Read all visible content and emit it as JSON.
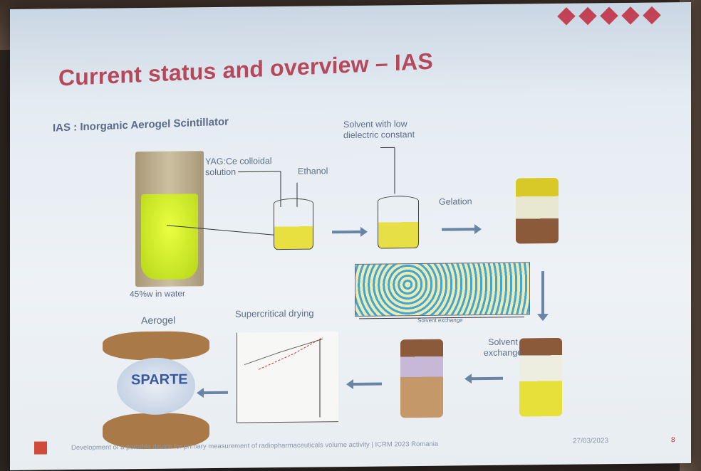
{
  "slide": {
    "title": "Current status and overview – IAS",
    "subtitle": "IAS : Inorganic Aerogel Scintillator",
    "labels": {
      "yag": "YAG:Ce colloidal solution",
      "ethanol": "Ethanol",
      "solvent_low": "Solvent with low dielectric constant",
      "gelation": "Gelation",
      "water": "45%w in water",
      "solvent_exchange": "Solvent exchange",
      "supercritical": "Supercritical drying",
      "aerogel": "Aerogel",
      "sparte": "SPARTE",
      "sem_caption": "Solvent exchange"
    },
    "footer": "Development of a portable device for primary measurement of radiopharmaceuticals volume activity | ICRM 2023 Romania",
    "date": "27/03/2023",
    "page": "8"
  },
  "colors": {
    "title": "#b5485a",
    "accent": "#c0283c",
    "arrow": "#6a84a6"
  }
}
